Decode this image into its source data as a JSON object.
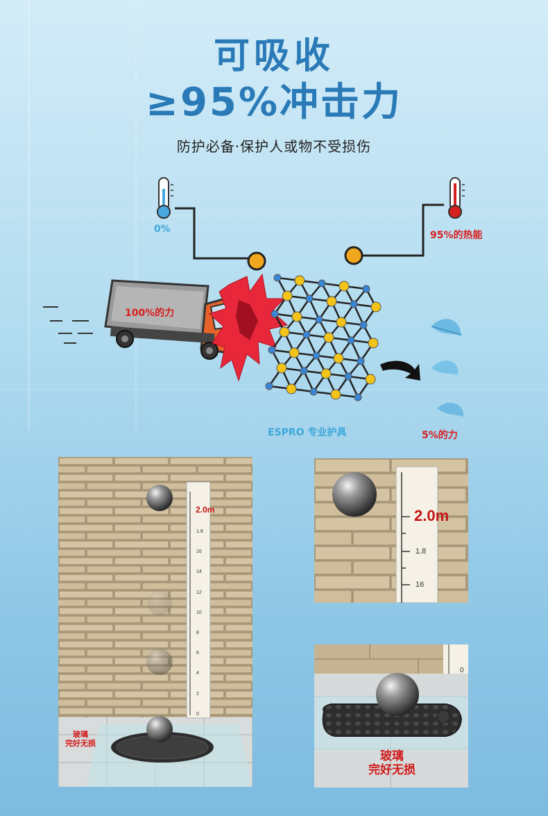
{
  "header": {
    "title_line1": "可吸收",
    "title_line2": "≥95%冲击力",
    "subtitle": "防护必备·保护人或物不受损伤"
  },
  "diagram": {
    "left_temp_label": "0%",
    "right_temp_label": "95%的热能",
    "truck_label": "100%的力",
    "material_label": "ESPRO 专业护具",
    "output_label": "5%的力",
    "colors": {
      "blue_label": "#3ea8d8",
      "red_label": "#d81e1e",
      "node_yellow": "#f2c318",
      "node_blue": "#3a86d6",
      "truck_orange": "#e8632a"
    }
  },
  "drop_test": {
    "ruler_top_mark": "2.0m",
    "ruler_ticks": [
      "1.8",
      "16",
      "14",
      "12",
      "10",
      "8",
      "6",
      "4",
      "2",
      "0"
    ],
    "zoom_ticks": [
      "1.8",
      "16"
    ],
    "zoom_bottom_tick": "0",
    "glass_label_line1": "玻璃",
    "glass_label_line2": "完好无损"
  }
}
